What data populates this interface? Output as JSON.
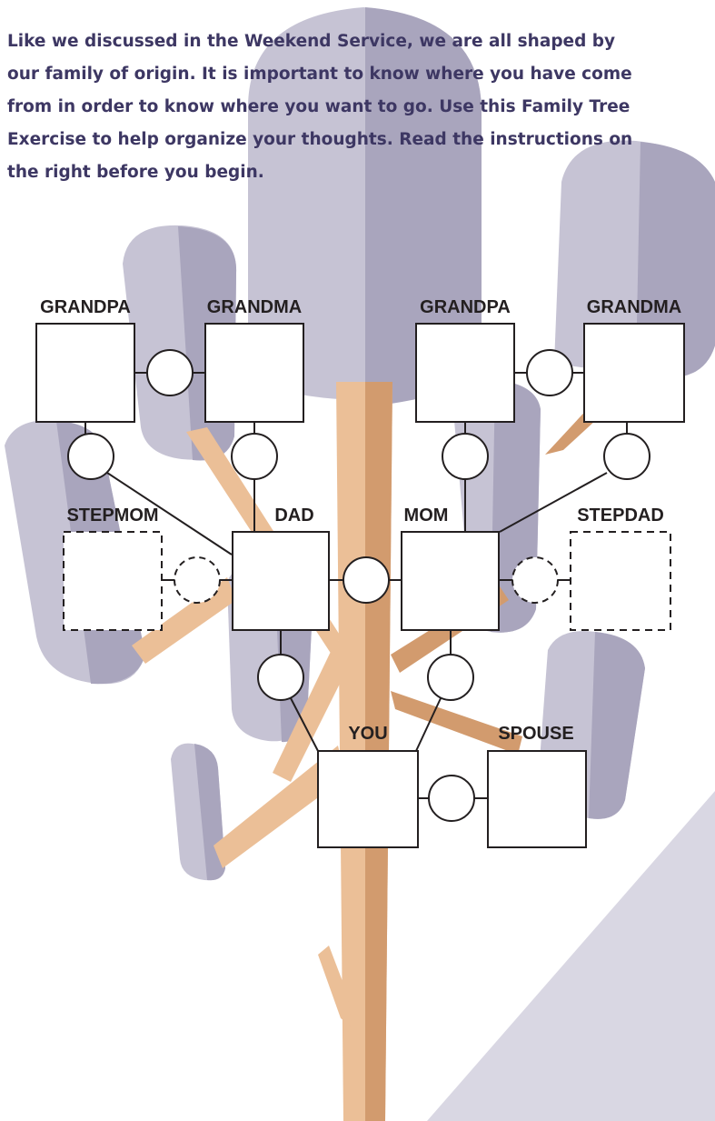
{
  "intro_text": "Like we discussed in the Weekend Service, we are all shaped by\nour family of origin. It is important to know where you have come\nfrom in order to know where you want to go. Use this Family Tree\nExercise to help organize your thoughts. Read the instructions on\nthe right before you begin.",
  "labels": {
    "paternal_grandpa": "GRANDPA",
    "paternal_grandma": "GRANDMA",
    "maternal_grandpa": "GRANDPA",
    "maternal_grandma": "GRANDMA",
    "stepmom": "STEPMOM",
    "dad": "DAD",
    "mom": "MOM",
    "stepdad": "STEPDAD",
    "you": "YOU",
    "spouse": "SPOUSE"
  },
  "colors": {
    "text": "#3d3763",
    "trunk_light": "#ebbf97",
    "trunk_dark": "#d29b6e",
    "foliage_light": "#c6c3d4",
    "foliage_dark": "#a9a5bd",
    "ground": "#d9d7e3",
    "line": "#231f20"
  }
}
